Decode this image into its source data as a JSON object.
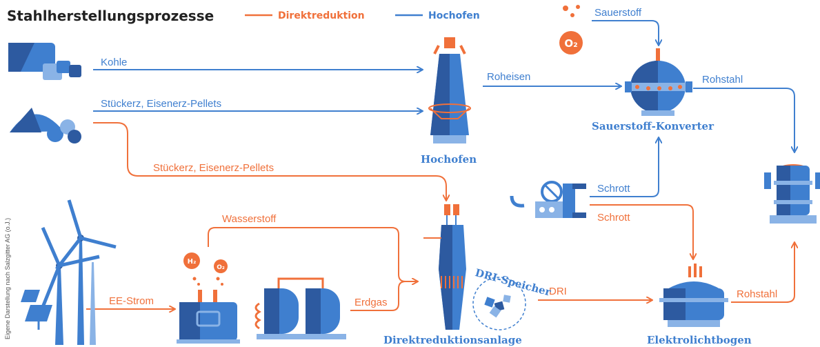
{
  "title": "Stahlherstellungsprozesse",
  "legend": {
    "direct": "Direktreduktion",
    "blast": "Hochofen"
  },
  "colors": {
    "blue": "#3f7fcf",
    "orange": "#f0703a",
    "dark_blue": "#2d5aa0",
    "light_blue": "#8ab3e6"
  },
  "edges": {
    "kohle": "Kohle",
    "erz_blue": "Stückerz, Eisenerz-Pellets",
    "erz_orange": "Stückerz, Eisenerz-Pellets",
    "roheisen": "Roheisen",
    "sauerstoff": "Sauerstoff",
    "rohstahl_top": "Rohstahl",
    "schrott_blue": "Schrott",
    "schrott_orange": "Schrott",
    "wasserstoff": "Wasserstoff",
    "ee_strom": "EE-Strom",
    "erdgas": "Erdgas",
    "dri": "DRI",
    "rohstahl_bottom": "Rohstahl"
  },
  "nodes": {
    "hochofen": "Hochofen",
    "konverter": "Sauerstoff-Konverter",
    "dr_anlage": "Direktreduktionsanlage",
    "elektro": "Elektrolichtbogen",
    "dri_speicher": "DRI-Speicher"
  },
  "symbols": {
    "h2": "H₂",
    "o2_small": "O₂",
    "o2_big": "O₂"
  },
  "credit": "Eigene Darstellung nach Salzgitter AG (o.J.)"
}
